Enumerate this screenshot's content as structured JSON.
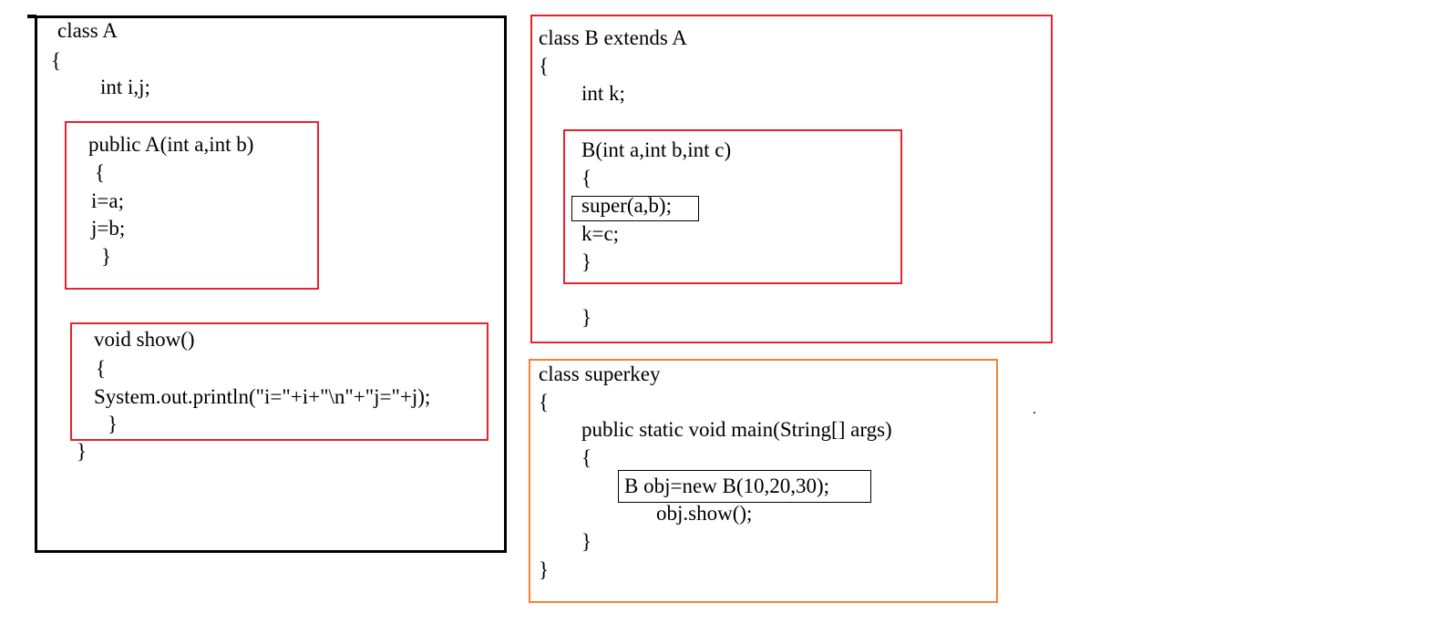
{
  "class_a": {
    "header": "class A",
    "open_brace": "{",
    "fields": "int i,j;",
    "constructor": {
      "signature": "public A(int a,int b)",
      "open_brace": "{",
      "line1": "i=a;",
      "line2": "j=b;",
      "close_brace": "}"
    },
    "show_method": {
      "signature": "void show()",
      "open_brace": "{",
      "body": "System.out.println(\"i=\"+i+\"\\n\"+\"j=\"+j);",
      "close_brace": "}"
    },
    "close_brace": "}"
  },
  "class_b": {
    "header": "class B extends A",
    "open_brace": "{",
    "fields": "int k;",
    "constructor": {
      "signature": "B(int a,int b,int c)",
      "open_brace": "{",
      "super_call": "super(a,b);",
      "assignment": "k=c;",
      "close_brace": "}"
    },
    "close_brace": "}"
  },
  "class_superkey": {
    "header": "class superkey",
    "open_brace": "{",
    "main_signature": "public static void main(String[] args)",
    "main_open_brace": "{",
    "object_creation": "B obj=new B(10,20,30);",
    "method_call": "obj.show();",
    "main_close_brace": "}",
    "close_brace": "}"
  },
  "stray_mark": "."
}
